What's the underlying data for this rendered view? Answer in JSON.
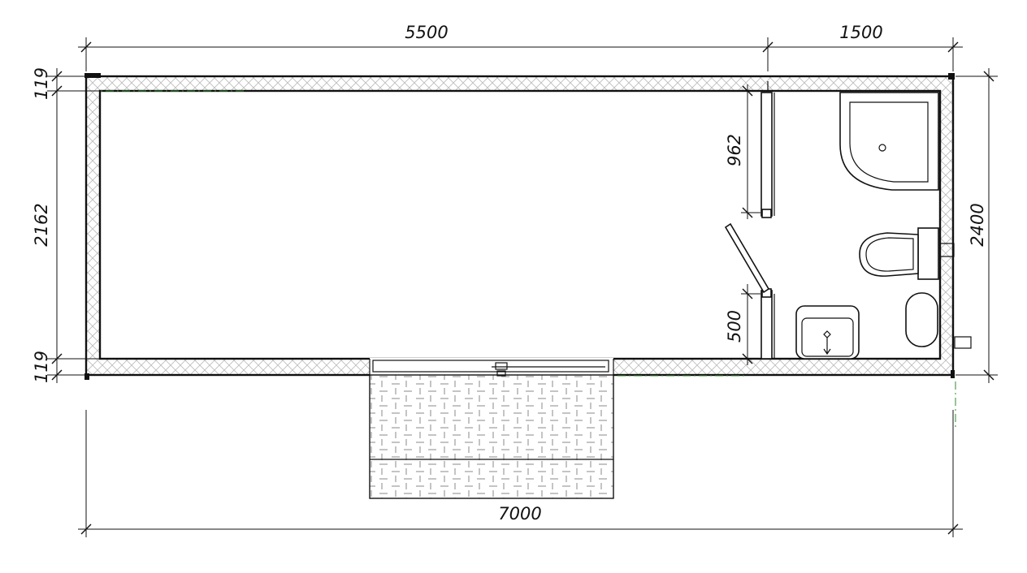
{
  "dimensions": {
    "top_main": "5500",
    "top_bath": "1500",
    "bottom_total": "7000",
    "left_wall_top": "119",
    "left_inner": "2162",
    "left_wall_bottom": "119",
    "right_total": "2400",
    "partition_upper": "962",
    "partition_lower": "500"
  },
  "colors": {
    "lines": "#111111",
    "insulation_hatch": "#bdbdbd",
    "deck_hatch": "#8a8a8a",
    "construction_line": "#2e8b2e"
  },
  "fixtures": [
    "shower-tray",
    "toilet",
    "washbasin",
    "water-heater",
    "door-leaf",
    "entrance-deck"
  ]
}
